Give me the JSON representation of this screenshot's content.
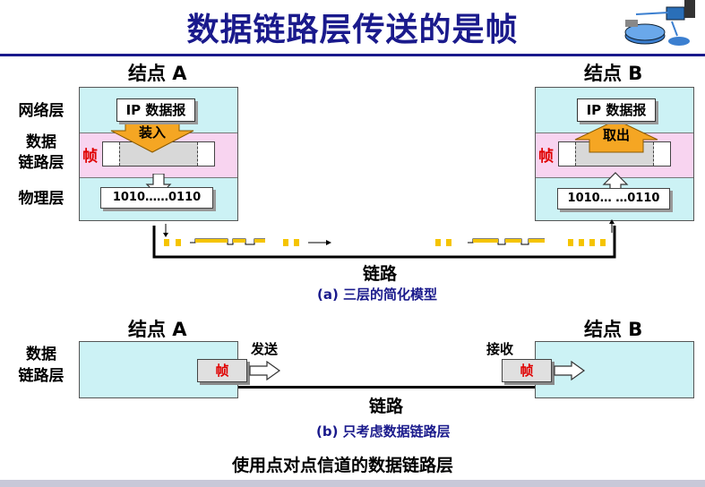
{
  "title": "数据链路层传送的是帧",
  "diagram_a": {
    "node_a": "结点 A",
    "node_b": "结点 B",
    "layer_network": "网络层",
    "layer_datalink_1": "数据",
    "layer_datalink_2": "链路层",
    "layer_physical": "物理层",
    "frame_label": "帧",
    "ip_datagram": "IP 数据报",
    "load_in": "装入",
    "take_out": "取出",
    "bits_a": "1010……0110",
    "bits_b": "1010… …0110",
    "link": "链路",
    "caption": "(a) 三层的简化模型"
  },
  "diagram_b": {
    "node_a": "结点 A",
    "node_b": "结点 B",
    "layer_datalink_1": "数据",
    "layer_datalink_2": "链路层",
    "frame_label": "帧",
    "send": "发送",
    "receive": "接收",
    "link": "链路",
    "caption": "(b) 只考虑数据链路层"
  },
  "bottom_caption": "使用点对点信道的数据链路层",
  "colors": {
    "title": "#1a1a8c",
    "network_band": "#ccf2f5",
    "datalink_band": "#f8d4f0",
    "arrow_orange": "#f5a623",
    "signal_yellow": "#f5c400",
    "frame_red": "#e00000"
  }
}
